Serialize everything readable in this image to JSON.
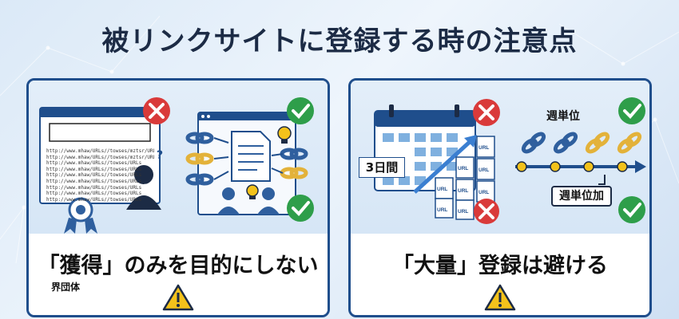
{
  "title": "被リンクサイトに登録する時の注意点",
  "left_panel": {
    "caption": "「獲得」のみを目的にしない",
    "subcaption": "界団体",
    "url_lines": [
      "http://www.mhaw/URLs//towses/mztsr/URLs",
      "http://www.mhaw/URLs//towses/mztsr/URLs",
      "http://www.mhaw/URLs//towses/URLs",
      "http://www.mhaw/URLs//towses/URLs",
      "http://www.mhaw/URLs//towses/URLs",
      "http://www.mhaw/URLs//towses/URLs",
      "http://www.mhaw/URLs//towses/URLs",
      "http://www.mhaw/URLs//towses/URLs",
      "http://www.mhaw/URLs//towses/URLs"
    ]
  },
  "right_panel": {
    "caption": "「大量」登録は避ける",
    "label_3days": "3日間",
    "label_weekly": "週単位",
    "label_weekly_add": "週単位加",
    "url_tag": "URL"
  },
  "colors": {
    "navy": "#1f4e8c",
    "good_green": "#2e9e4a",
    "bad_red": "#d93a3a",
    "warn_yellow": "#f3c21b",
    "chain_blue": "#2f5f9e",
    "chain_gold": "#e3b23a"
  }
}
